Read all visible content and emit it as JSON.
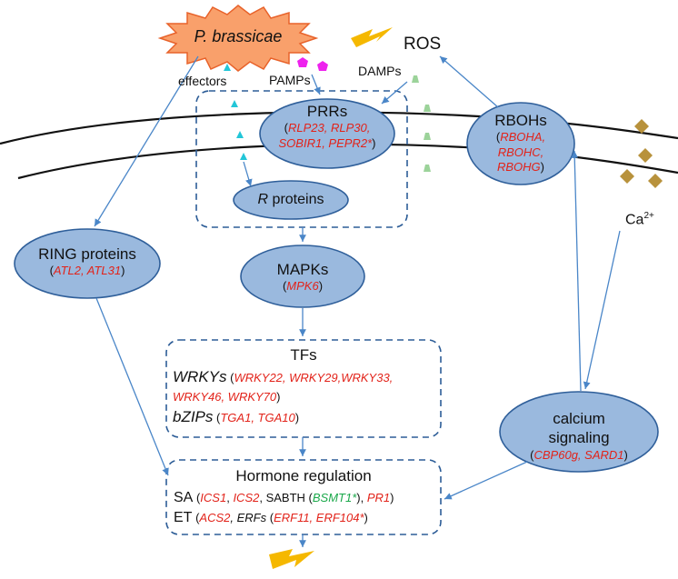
{
  "pathogen": {
    "label": "P. brassicae"
  },
  "labels": {
    "ros": "ROS",
    "effectors": "effectors",
    "pamps": "PAMPs",
    "damps": "DAMPs",
    "ca_base": "Ca",
    "ca_sup": "2+"
  },
  "prrs": {
    "title": "PRRs",
    "open": "(",
    "genes1": "RLP23, RLP30,",
    "genes2": "SOBIR1, PEPR2*",
    "close": ")"
  },
  "r_proteins": {
    "r": "R",
    "rest": " proteins"
  },
  "rbohs": {
    "title": "RBOHs",
    "open": "(",
    "g1": "RBOHA,",
    "g2": "RBOHC,",
    "g3": "RBOHG",
    "close": ")"
  },
  "ring": {
    "title": "RING proteins",
    "open": "(",
    "genes": "ATL2, ATL31",
    "close": ")"
  },
  "mapks": {
    "title": "MAPKs",
    "open": "(",
    "genes": "MPK6",
    "close": ")"
  },
  "tfs": {
    "title": "TFs",
    "wrkys": "WRKYs",
    "wrky_open": " (",
    "wrky_genes1": "WRKY22, WRKY29,WRKY33,",
    "wrky_genes2": "WRKY46, WRKY70",
    "wrky_close": ")",
    "bzips": "bZIPs",
    "bzip_open": " (",
    "bzip_genes": "TGA1, TGA10",
    "bzip_close": ")"
  },
  "calcium": {
    "title1": "calcium",
    "title2": "signaling",
    "open": "(",
    "genes": "CBP60g, SARD1",
    "close": ")"
  },
  "hormone": {
    "title": "Hormone regulation",
    "sa": "SA",
    "sa_open": " (",
    "ics1": "ICS1",
    "comma1": ", ",
    "ics2": "ICS2",
    "sabth": ", SABTH (",
    "bsmt1": "BSMT1*",
    "mid": "), ",
    "pr1": "PR1",
    "sa_close": ")",
    "et": "ET",
    "et_open": " (",
    "acs2": "ACS2",
    "erfs": ", ERFs",
    "erf_open": " (",
    "erf_genes": "ERF11, ERF104*",
    "et_close": ")"
  },
  "colors": {
    "ellipse_fill": "#9ab9de",
    "ellipse_stroke": "#2f5f9a",
    "arrow": "#4a86c8",
    "dashed_box": "#2d5d97",
    "gene_red": "#e2231a",
    "gene_green": "#1aa84a",
    "burst_fill": "#f9a06b",
    "burst_stroke": "#e8622a",
    "lightning": "#f5b800",
    "pamp_magenta": "#ee22ee",
    "effector_cyan": "#22c6d8",
    "damp_green": "#9cd39a",
    "ca_ion": "#b8923c"
  }
}
